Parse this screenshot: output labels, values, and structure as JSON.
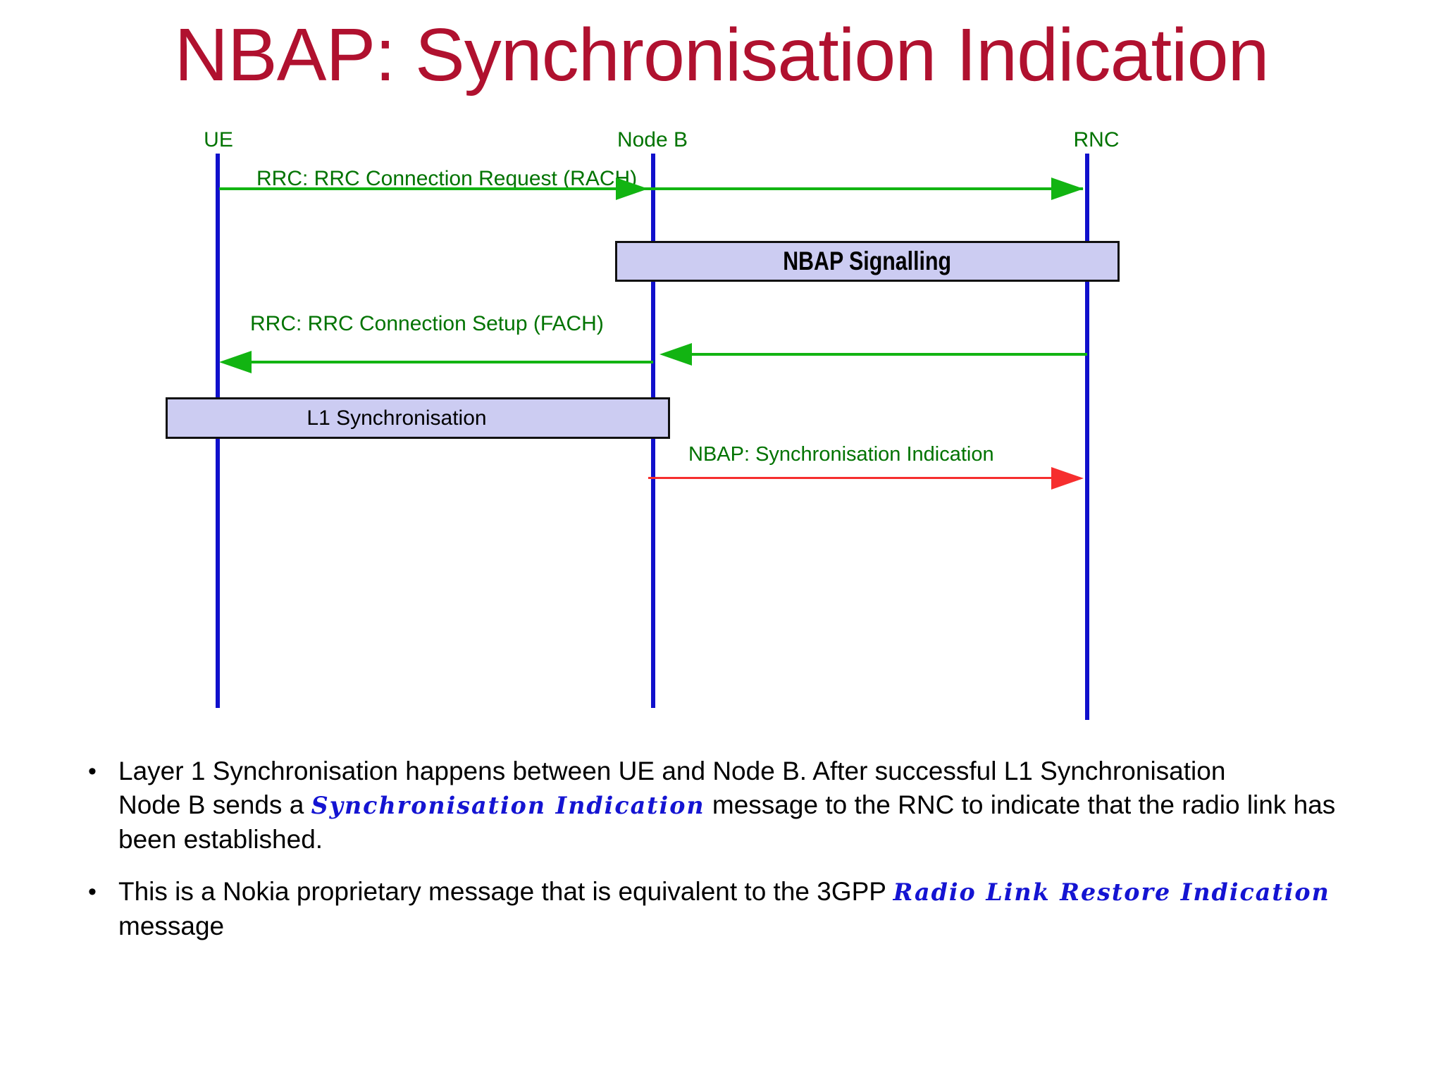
{
  "slide_title": "NBAP: Synchronisation Indication",
  "colors": {
    "title": "#B0112F",
    "actor_and_message_text": "#007300",
    "green_arrow": "#12B412",
    "lifeline_blue": "#1010CC",
    "overlay_box_fill": "#CCCCF2",
    "overlay_box_border": "#111111",
    "red_arrow": "#F62E2E",
    "script_text_blue": "#1414D2"
  },
  "bullet_glyph": "•",
  "diagram": {
    "actors": [
      {
        "name": "UE"
      },
      {
        "name": "Node B"
      },
      {
        "name": "RNC"
      }
    ],
    "messages": [
      {
        "label": "RRC: RRC Connection Request (RACH)",
        "from": "UE",
        "to": "RNC",
        "color": "green"
      },
      {
        "label": "RRC: RRC Connection Setup (FACH)",
        "from": "RNC",
        "to": "UE",
        "color": "green"
      },
      {
        "label": "NBAP: Synchronisation Indication",
        "from": "Node B",
        "to": "RNC",
        "color": "red"
      }
    ],
    "overlays": [
      {
        "label": "NBAP Signalling"
      },
      {
        "label": "L1 Synchronisation"
      }
    ]
  },
  "bullets": [
    {
      "lines": [
        [
          {
            "t": "Layer 1 Synchronisation happens between UE and Node B. After successful L1 Synchronisation"
          }
        ],
        [
          {
            "t": "Node B sends a "
          },
          {
            "t": "Synchronisation Indication",
            "script": true
          },
          {
            "t": " message to the RNC to indicate that the radio link has"
          }
        ],
        [
          {
            "t": "been established."
          }
        ]
      ]
    },
    {
      "lines": [
        [
          {
            "t": "This is a Nokia proprietary message that is equivalent to the 3GPP "
          },
          {
            "t": "Radio Link Restore Indication",
            "script": true
          }
        ],
        [
          {
            "t": "message"
          }
        ]
      ]
    }
  ]
}
